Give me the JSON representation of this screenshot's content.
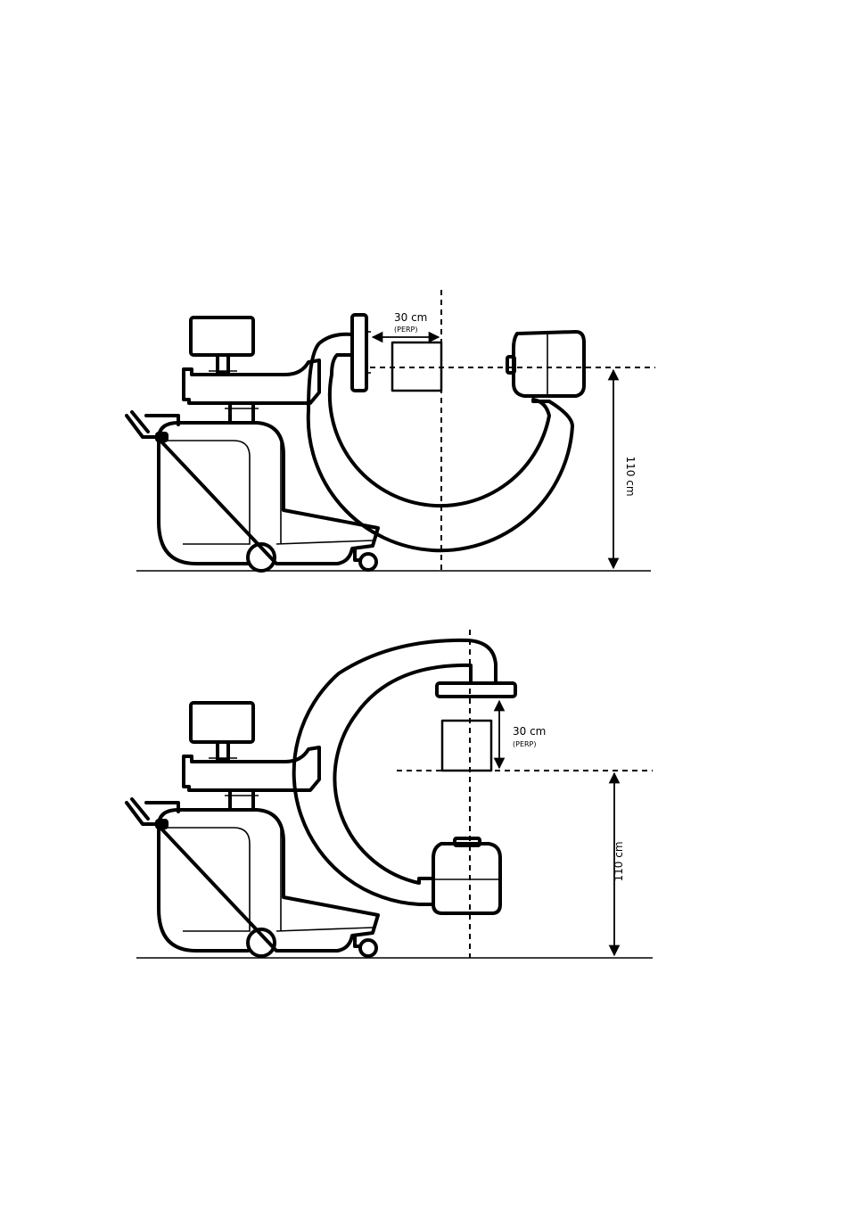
{
  "top_view": {
    "distance_label": "30 cm",
    "distance_note": "(PERP)",
    "height_label": "110 cm"
  },
  "bottom_view": {
    "distance_label": "30 cm",
    "distance_note": "(PERP)",
    "height_label": "110 cm"
  },
  "colors": {
    "ink": "#000000",
    "background": "#ffffff"
  }
}
